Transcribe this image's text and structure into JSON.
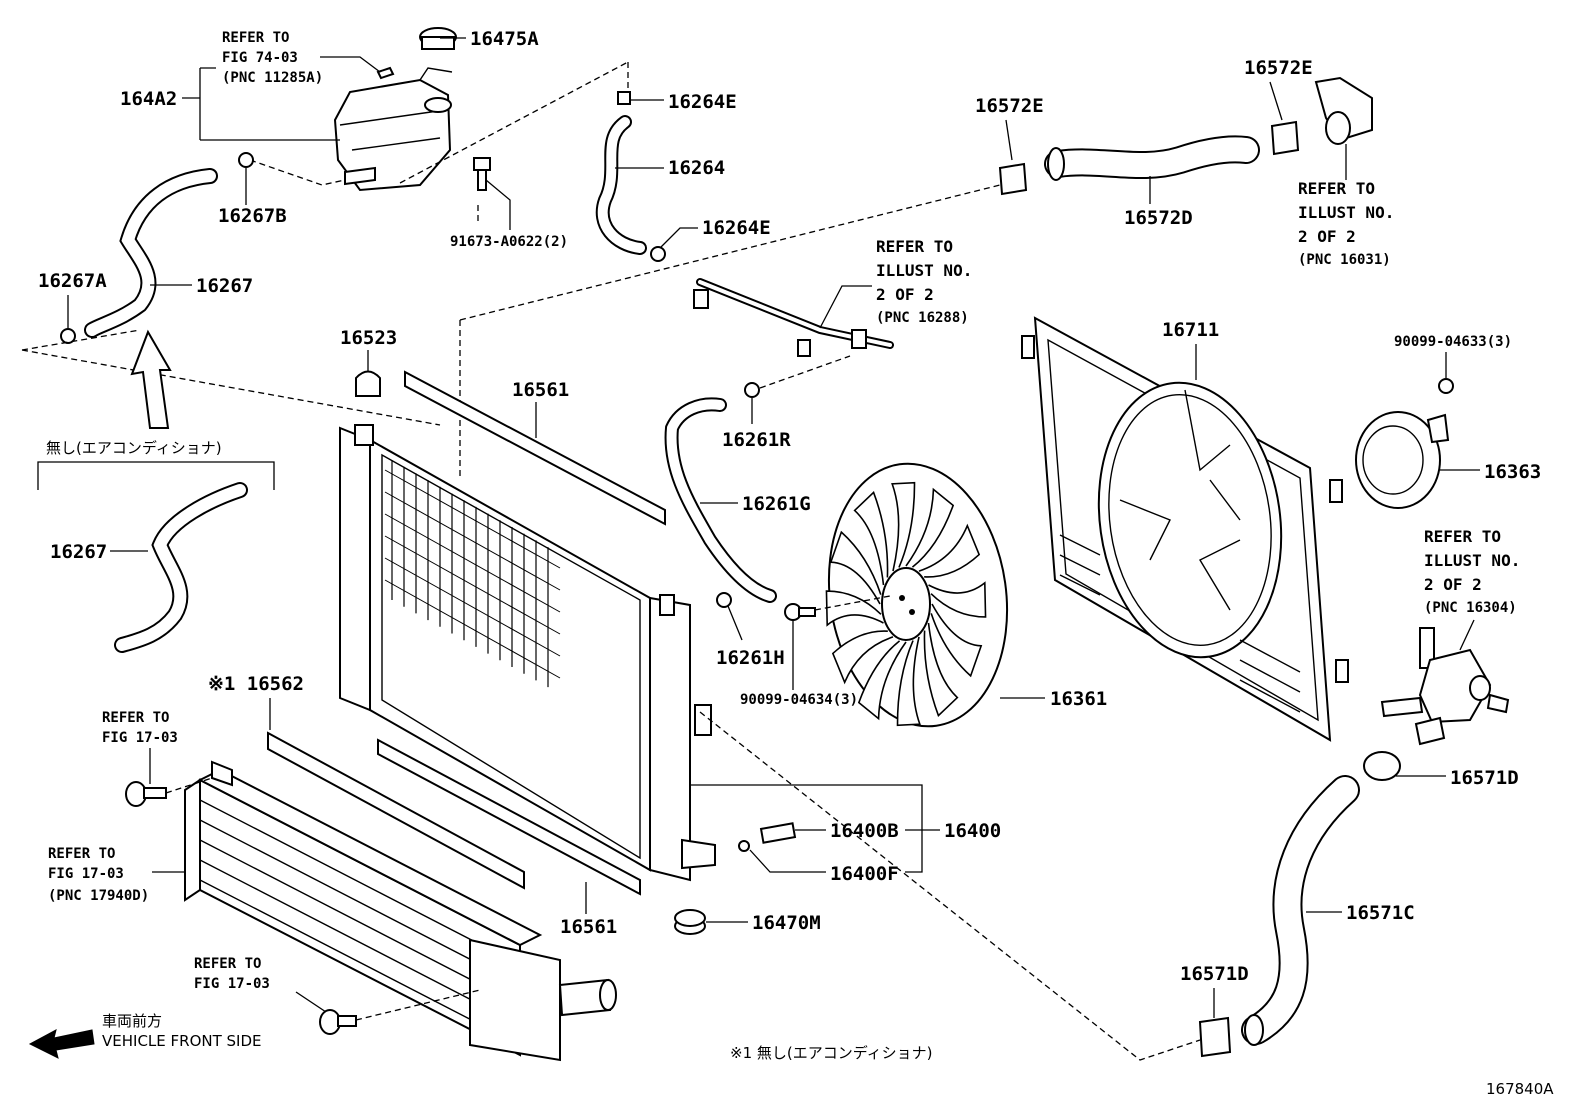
{
  "diagram_id": "167840A",
  "direction": {
    "jp": "車両前方",
    "en": "VEHICLE FRONT SIDE"
  },
  "footnote": "※1 無し(エアコンディショナ)",
  "ac_note": "無し(エアコンディショナ)",
  "labels": {
    "p16475A": "16475A",
    "p164A2": "164A2",
    "p16264E_top": "16264E",
    "p16264": "16264",
    "p16264E_bot": "16264E",
    "p16267B": "16267B",
    "p16267A": "16267A",
    "p16267": "16267",
    "p16267_alt": "16267",
    "p91673": "91673-A0622(2)",
    "p16572E_left": "16572E",
    "p16572E_right": "16572E",
    "p16572D": "16572D",
    "p16523": "16523",
    "p16561_top": "16561",
    "p16561_bot": "16561",
    "p16261R": "16261R",
    "p16261G": "16261G",
    "p16261H": "16261H",
    "p16711": "16711",
    "p90099_04633": "90099-04633(3)",
    "p16363": "16363",
    "p90099_04634": "90099-04634(3)",
    "p16361": "16361",
    "p16562": "※1 16562",
    "p16400B": "16400B",
    "p16400": "16400",
    "p16400F": "16400F",
    "p16470M": "16470M",
    "p16571D_right": "16571D",
    "p16571C": "16571C",
    "p16571D_bot": "16571D"
  },
  "refs": {
    "fig7403": [
      "REFER TO",
      "FIG 74-03",
      "(PNC 11285A)"
    ],
    "illust16031": [
      "REFER TO",
      "ILLUST NO.",
      "2 OF 2",
      "(PNC 16031)"
    ],
    "illust16288": [
      "REFER TO",
      "ILLUST NO.",
      "2 OF 2",
      "(PNC 16288)"
    ],
    "illust16304": [
      "REFER TO",
      "ILLUST NO.",
      "2 OF 2",
      "(PNC 16304)"
    ],
    "fig1703a": [
      "REFER TO",
      "FIG 17-03"
    ],
    "fig1703b": [
      "REFER TO",
      "FIG 17-03",
      "(PNC 17940D)"
    ],
    "fig1703c": [
      "REFER TO",
      "FIG 17-03"
    ]
  }
}
